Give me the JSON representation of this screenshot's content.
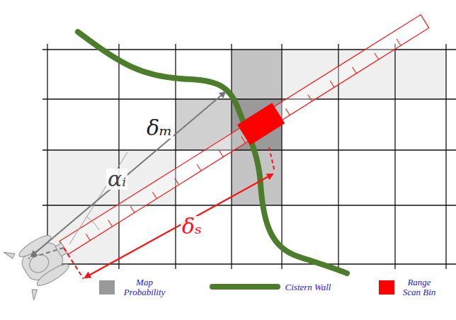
{
  "diagram": {
    "labels": [
      "δₘ",
      "αᵢ",
      "δₛ"
    ],
    "legend": [
      {
        "text": "Map Probability",
        "color": "#999999"
      },
      {
        "text": "Cistern Wall"
      },
      {
        "text": "Range Scan Bin",
        "color": "#ff0000"
      }
    ]
  }
}
